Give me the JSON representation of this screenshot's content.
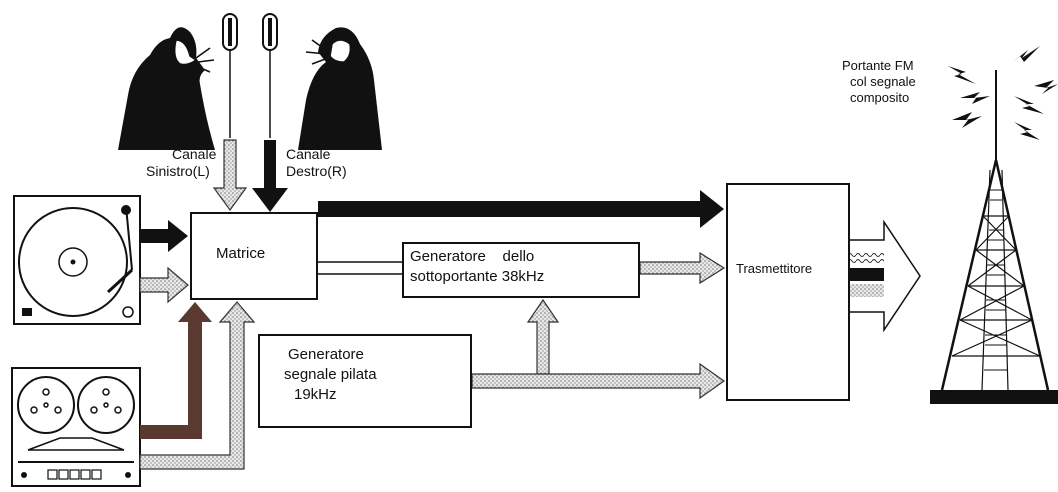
{
  "blocks": {
    "matrice": "Matrice",
    "subcarrier_line1": "Generatore    dello",
    "subcarrier_line2": "sottoportante 38kHz",
    "pilot_line1": "Generatore",
    "pilot_line2": "segnale pilata",
    "pilot_line3": "19kHz",
    "transmitter": "Trasmettitore"
  },
  "labels": {
    "left_channel_line1": "Canale",
    "left_channel_line2": "Sinistro(L)",
    "right_channel_line1": "Canale",
    "right_channel_line2": "Destro(R)",
    "carrier_line1": "Portante FM",
    "carrier_line2": "col segnale",
    "carrier_line3": "composito"
  },
  "icons": {
    "singers": "singer-with-microphone-icon",
    "turntable": "record-player-icon",
    "tape": "reel-to-reel-tape-recorder-icon",
    "antenna": "antenna-tower-icon"
  },
  "colors": {
    "ink": "#111111",
    "dotted_fill": "#cfcfcf",
    "dark_brown": "#5a3a30"
  }
}
